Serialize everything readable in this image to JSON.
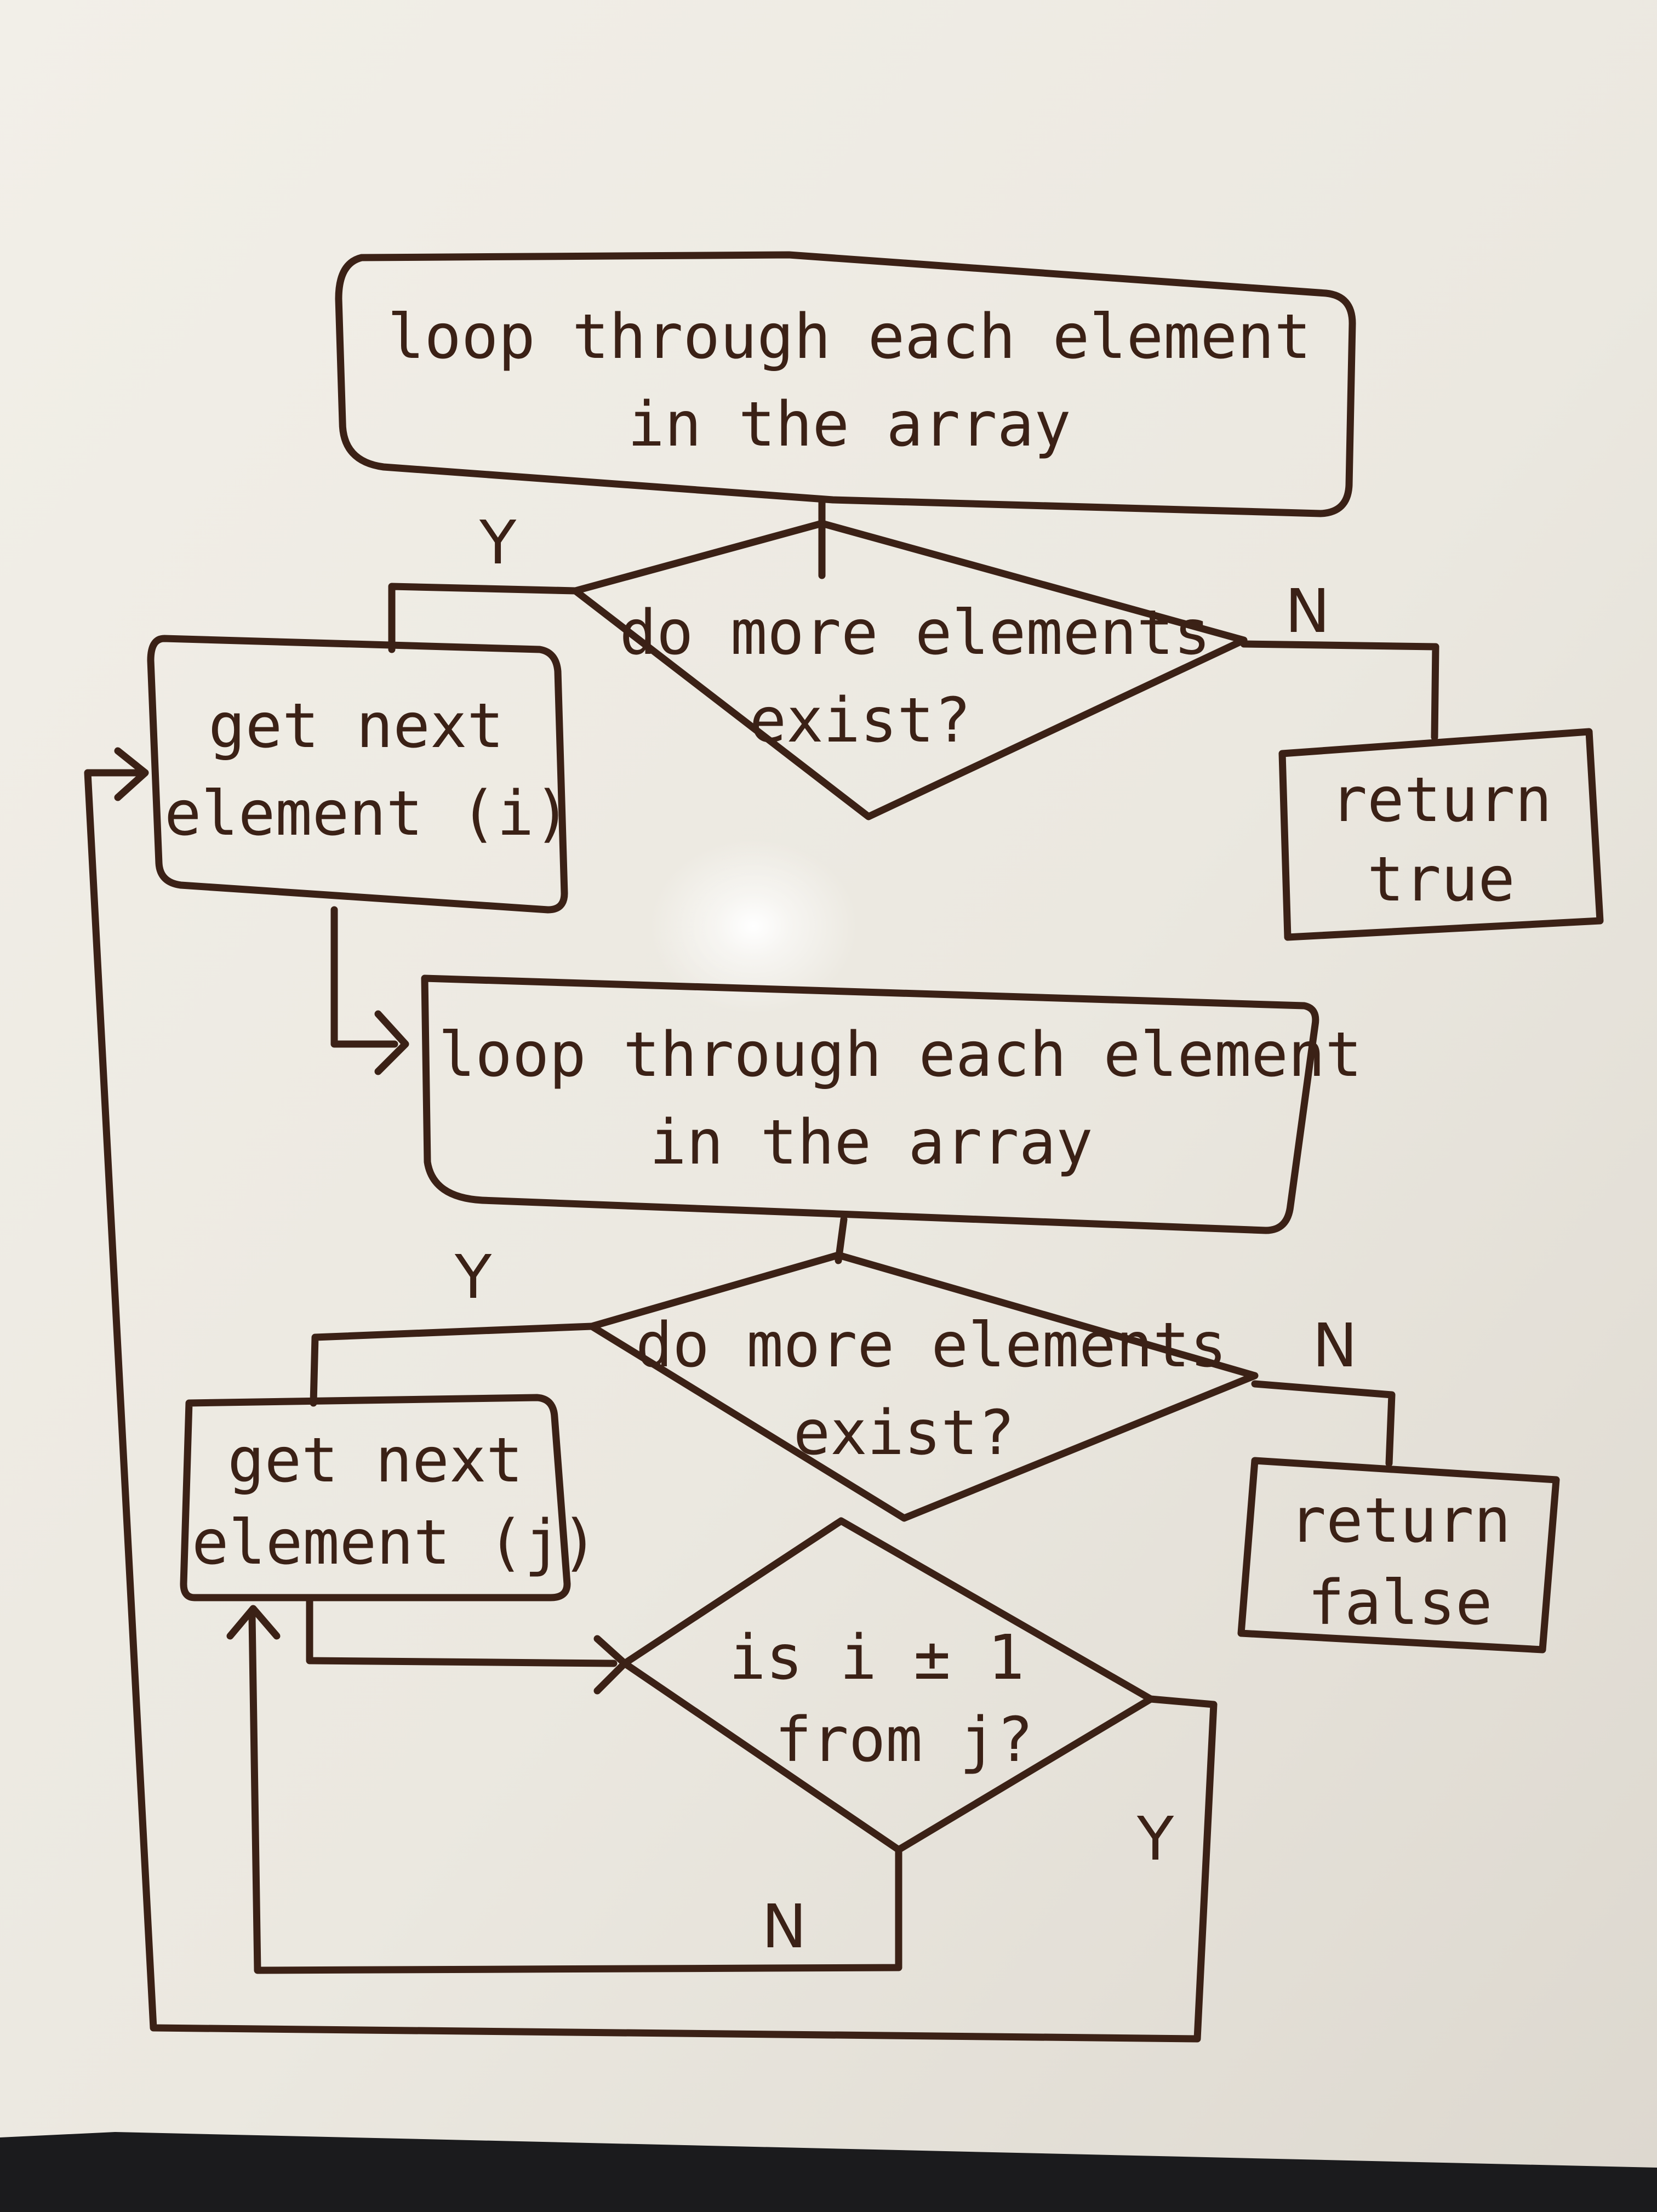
{
  "colors": {
    "ink": "#3b2116",
    "board": "#ece9e1",
    "frame": "#1b1b1d"
  },
  "nodes": {
    "loop_outer": {
      "line1": "loop through each element",
      "line2": "in the array"
    },
    "cond_outer": {
      "line1": "do more elements",
      "line2": "exist?"
    },
    "get_i": {
      "line1": "get next",
      "line2": "element (i)"
    },
    "return_true": {
      "line1": "return",
      "line2": "true"
    },
    "loop_inner": {
      "line1": "loop through each element",
      "line2": "in the array"
    },
    "cond_inner": {
      "line1": "do more elements",
      "line2": "exist?"
    },
    "get_j": {
      "line1": "get next",
      "line2": "element (j)"
    },
    "return_false": {
      "line1": "return",
      "line2": "false"
    },
    "cond_adjacent": {
      "line1": "is i ± 1",
      "line2": "from j?"
    }
  },
  "edge_labels": {
    "outer_yes": "Y",
    "outer_no": "N",
    "inner_yes": "Y",
    "inner_no": "N",
    "adjacent_yes": "Y",
    "adjacent_no": "N"
  }
}
